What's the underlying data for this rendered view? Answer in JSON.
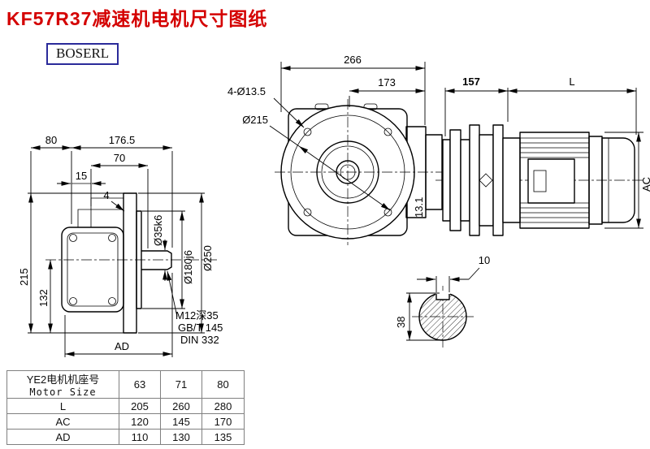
{
  "page": {
    "title": "KF57R37减速机电机尺寸图纸",
    "brand": "BOSERL"
  },
  "front_view": {
    "overall_width": "266",
    "right_width": "173",
    "bolt_holes": "4-Ø13.5",
    "flange_bolt_circle": "Ø215",
    "gap": "13.1"
  },
  "motor_view": {
    "adapter_length": "157",
    "motor_length": "L",
    "motor_diameter": "AC"
  },
  "side_view": {
    "depth": "80",
    "overall": "176.5",
    "shaft_length": "70",
    "step": "15",
    "spigot": "4",
    "height": "215",
    "center_height": "132",
    "width_ad": "AD",
    "shaft_dia": "Ø35k6",
    "spigot_dia": "Ø180j6",
    "flange_dia": "Ø250",
    "tap_hole": "M12深35",
    "standard_1": "GB/T 145",
    "standard_2": "DIN 332"
  },
  "shaft_section": {
    "key_width": "10",
    "shaft_dia": "38"
  },
  "table": {
    "header_line1": "YE2电机机座号",
    "header_line2": "Motor Size",
    "sizes": [
      "63",
      "71",
      "80"
    ],
    "rows": [
      {
        "label": "L",
        "values": [
          "205",
          "260",
          "280"
        ]
      },
      {
        "label": "AC",
        "values": [
          "120",
          "145",
          "170"
        ]
      },
      {
        "label": "AD",
        "values": [
          "110",
          "130",
          "135"
        ]
      }
    ]
  }
}
